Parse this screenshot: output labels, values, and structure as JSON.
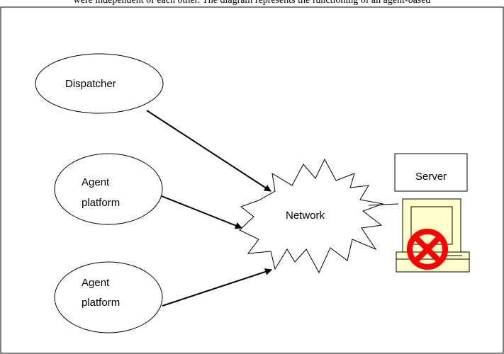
{
  "caption": "were independent of each other. The diagram represents the functioning of an agent-based",
  "nodes": {
    "dispatcher": "Dispatcher",
    "agent_platform_1_line1": "Agent",
    "agent_platform_1_line2": "platform",
    "agent_platform_2_line1": "Agent",
    "agent_platform_2_line2": "platform",
    "network": "Network",
    "server": "Server"
  },
  "colors": {
    "computer_fill": "#ffffcc",
    "error_red": "#ff0000"
  },
  "icons": {
    "server_status": "error-cross-icon"
  }
}
